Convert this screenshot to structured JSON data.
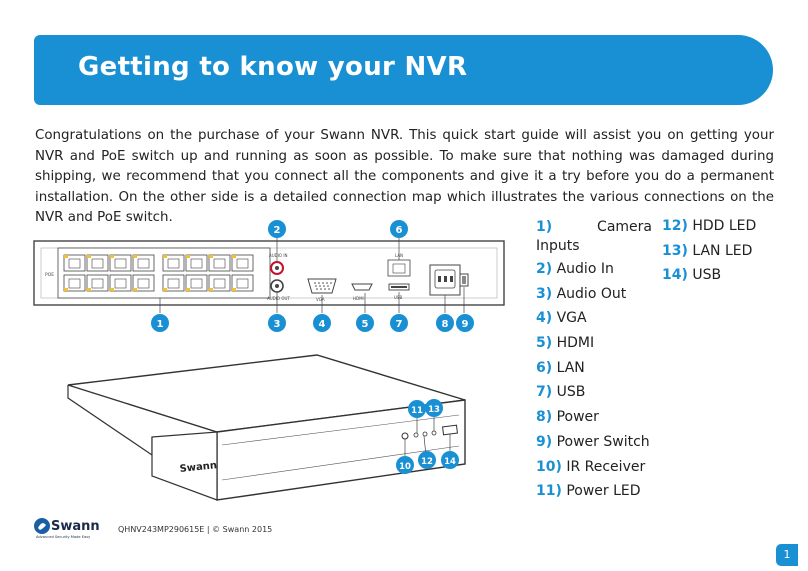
{
  "header": {
    "title": "Getting to know your NVR"
  },
  "intro": "Congratulations on the purchase of your Swann NVR. This quick start guide will assist you on getting your NVR and PoE switch up and running as soon as possible. To make sure that nothing was damaged during shipping, we recommend that you connect all the components and give it a try before you do a permanent installation. On the other side is a detailed connection map which illustrates the various connections on the NVR and PoE switch.",
  "diagram": {
    "poe_label": "POE",
    "audio_in_label": "AUDIO IN",
    "audio_out_label": "AUDIO OUT",
    "vga_label": "VGA",
    "hdmi_label": "HDMI",
    "lan_label": "LAN",
    "usb_label": "USB",
    "brand": "Swann",
    "callouts": {
      "c1": "1",
      "c2": "2",
      "c3": "3",
      "c4": "4",
      "c5": "5",
      "c6": "6",
      "c7": "7",
      "c8": "8",
      "c9": "9",
      "c10": "10",
      "c11": "11",
      "c12": "12",
      "c13": "13",
      "c14": "14"
    }
  },
  "legend": {
    "col1": [
      {
        "num": "1)",
        "label": "Camera Inputs"
      },
      {
        "num": "2)",
        "label": "Audio In"
      },
      {
        "num": "3)",
        "label": "Audio Out"
      },
      {
        "num": "4)",
        "label": "VGA"
      },
      {
        "num": "5)",
        "label": "HDMI"
      },
      {
        "num": "6)",
        "label": "LAN"
      },
      {
        "num": "7)",
        "label": "USB"
      },
      {
        "num": "8)",
        "label": "Power"
      },
      {
        "num": "9)",
        "label": "Power Switch"
      },
      {
        "num": "10)",
        "label": "IR Receiver"
      },
      {
        "num": "11)",
        "label": "Power LED"
      }
    ],
    "col2": [
      {
        "num": "12)",
        "label": "HDD LED"
      },
      {
        "num": "13)",
        "label": "LAN LED"
      },
      {
        "num": "14)",
        "label": "USB"
      }
    ]
  },
  "footer": {
    "logo_text": "Swann",
    "logo_tagline": "Advanced Security Made Easy",
    "doc_id": "QHNV243MP290615E | © Swann 2015",
    "page_number": "1"
  },
  "colors": {
    "accent": "#1a90d4",
    "port_yellow": "#f2c12e"
  }
}
